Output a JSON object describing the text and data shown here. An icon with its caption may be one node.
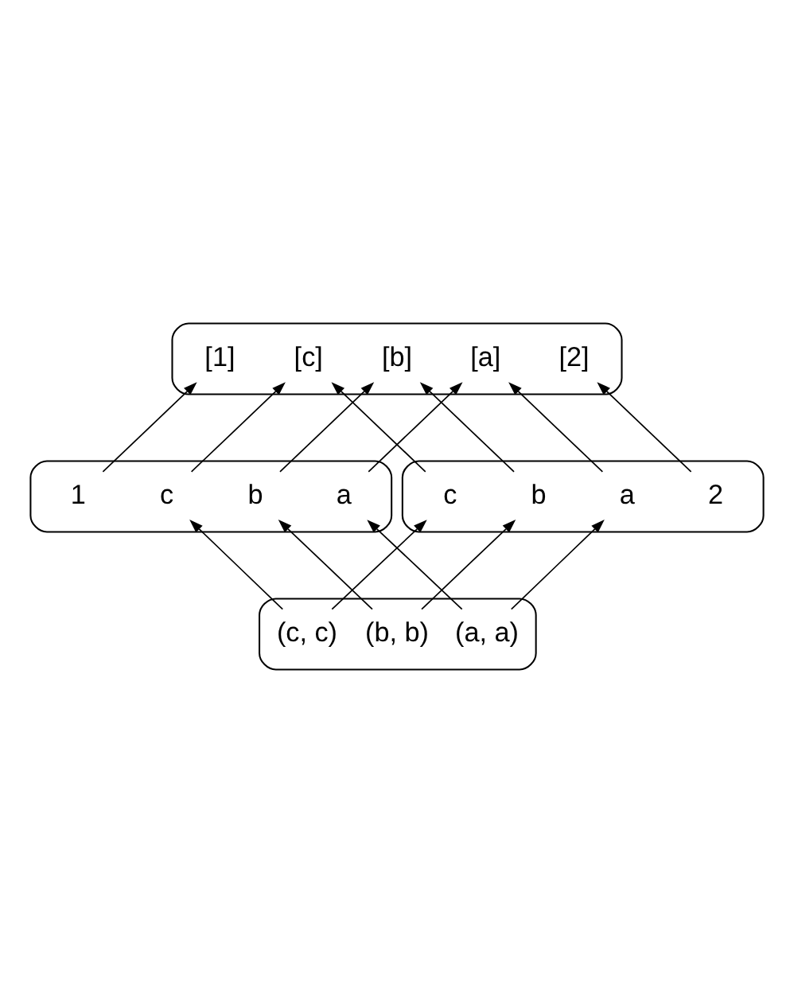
{
  "diagram": {
    "nodes": [
      {
        "text": [],
        "shape": "ellipse"
      },
      {
        "text": [
          "[a]"
        ],
        "in": 0
      },
      {
        "text": [
          "[b]"
        ],
        "in": 0
      },
      {
        "text": [
          "[c]"
        ],
        "in": 0
      },
      {
        "text": [
          "[1]"
        ],
        "in": 0
      },
      {
        "text": [
          "[2]"
        ],
        "in": 0
      },
      {
        "text": [],
        "shape": "ellipse"
      },
      {
        "text": [
          "a"
        ],
        "in": 6
      },
      {
        "text": [
          "b"
        ],
        "in": 6
      },
      {
        "text": [
          "c"
        ],
        "in": 6
      },
      {
        "text": [
          "1"
        ],
        "in": 6
      },
      {
        "text": [],
        "shape": "ellipse"
      },
      {
        "text": [
          "a"
        ],
        "in": 11
      },
      {
        "text": [
          "b"
        ],
        "in": 11
      },
      {
        "text": [
          "c"
        ],
        "in": 11
      },
      {
        "text": [
          "2"
        ],
        "in": 11
      },
      {
        "text": [],
        "shape": "ellipse"
      },
      {
        "text": [
          "(a, a)"
        ],
        "in": 16
      },
      {
        "text": [
          "(b, b)"
        ],
        "in": 16
      },
      {
        "text": [
          "(c, c)"
        ],
        "in": 16
      }
    ],
    "edges": [
      {
        "from": 7,
        "to": 1,
        "arrow": "to"
      },
      {
        "from": 8,
        "to": 2,
        "arrow": "to"
      },
      {
        "from": 9,
        "to": 3,
        "arrow": "to"
      },
      {
        "from": 10,
        "to": 4,
        "arrow": "to"
      },
      {
        "from": 12,
        "to": 1,
        "arrow": "to"
      },
      {
        "from": 13,
        "to": 2,
        "arrow": "to"
      },
      {
        "from": 14,
        "to": 3,
        "arrow": "to"
      },
      {
        "from": 15,
        "to": 5,
        "arrow": "to"
      },
      {
        "from": 17,
        "to": 7,
        "arrow": "to"
      },
      {
        "from": 18,
        "to": 8,
        "arrow": "to"
      },
      {
        "from": 19,
        "to": 9,
        "arrow": "to"
      },
      {
        "from": 17,
        "to": 12,
        "arrow": "to"
      },
      {
        "from": 18,
        "to": 13,
        "arrow": "to"
      },
      {
        "from": 19,
        "to": 14,
        "arrow": "to"
      }
    ]
  }
}
